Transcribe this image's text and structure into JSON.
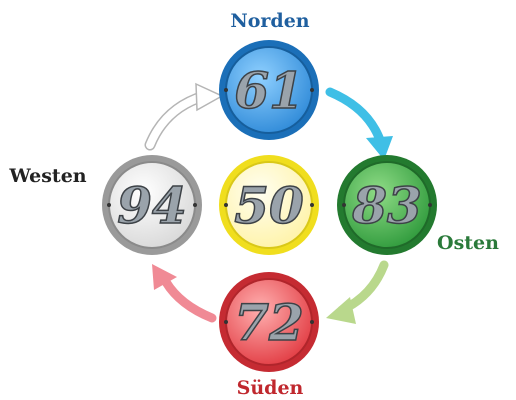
{
  "directions": {
    "north": {
      "label": "Norden",
      "color": "#1f5f9f"
    },
    "east": {
      "label": "Osten",
      "color": "#2a7a3a"
    },
    "south": {
      "label": "Süden",
      "color": "#c0282e"
    },
    "west": {
      "label": "Westen",
      "color": "#222222"
    }
  },
  "coins": {
    "north": {
      "value": "61",
      "fill": "#3a9ee4",
      "ring": "#1b6fb8"
    },
    "east": {
      "value": "83",
      "fill": "#3fa94a",
      "ring": "#237a2f"
    },
    "south": {
      "value": "72",
      "fill": "#ef5a5e",
      "ring": "#c52b32"
    },
    "west": {
      "value": "94",
      "fill": "#f3f3f3",
      "ring": "#9a9a9a"
    },
    "center": {
      "value": "50",
      "fill": "#fff7c2",
      "ring": "#f0de1e"
    }
  },
  "arrows": {
    "north_to_east": "#3fbfe6",
    "east_to_south": "#b9d88c",
    "south_to_west": "#f08a95",
    "west_to_north": "#ffffff"
  }
}
